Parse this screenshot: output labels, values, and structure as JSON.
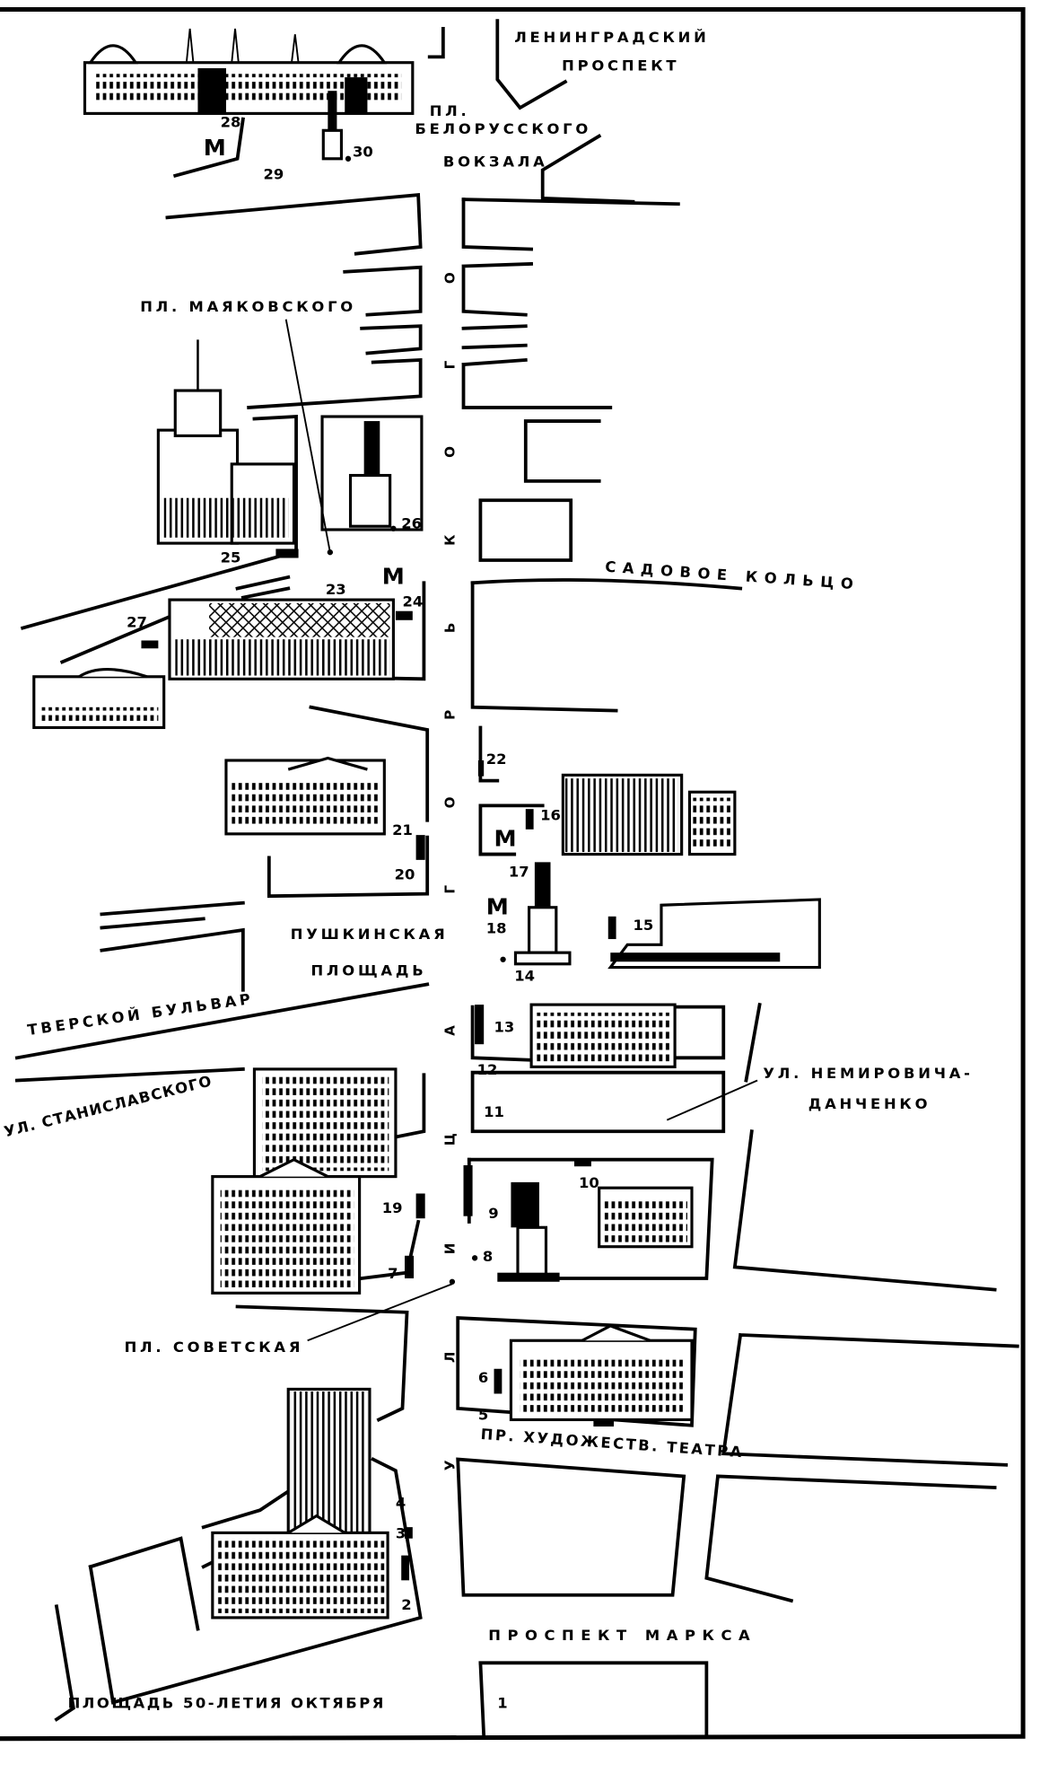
{
  "map": {
    "streets": {
      "leningradsky": [
        "ЛЕНИНГРАДСКИЙ",
        "ПРОСПЕКТ"
      ],
      "main_street_word1": "УЛИЦА",
      "main_street_word2": "ГОРЬКОГО",
      "sadovoe": "САДОВОЕ КОЛЬЦО",
      "tverskoy": "ТВЕРСКОЙ БУЛЬВАР",
      "stanislavskogo": "УЛ. СТАНИСЛАВСКОГО",
      "nemirovicha": [
        "УЛ. НЕМИРОВИЧА-",
        "ДАНЧЕНКО"
      ],
      "khudozhestv": "ПР. ХУДОЖЕСТВ. ТЕАТРА",
      "marksa": "ПРОСПЕКТ МАРКСА"
    },
    "squares": {
      "belorussky": [
        "ПЛ.",
        "БЕЛОРУССКОГО",
        "ВОКЗАЛА"
      ],
      "mayakovskogo": "ПЛ. МАЯКОВСКОГО",
      "pushkinskaya": [
        "ПУШКИНСКАЯ",
        "ПЛОЩАДЬ"
      ],
      "sovetskaya": "ПЛ. СОВЕТСКАЯ",
      "oktyabrya": "ПЛОЩАДЬ 50-ЛЕТИЯ ОКТЯБРЯ"
    },
    "metro_symbol": "М",
    "markers": [
      "1",
      "2",
      "3",
      "4",
      "5",
      "6",
      "7",
      "8",
      "9",
      "10",
      "11",
      "12",
      "13",
      "14",
      "15",
      "16",
      "17",
      "18",
      "19",
      "20",
      "21",
      "22",
      "23",
      "24",
      "25",
      "26",
      "27",
      "28",
      "29",
      "30"
    ]
  }
}
